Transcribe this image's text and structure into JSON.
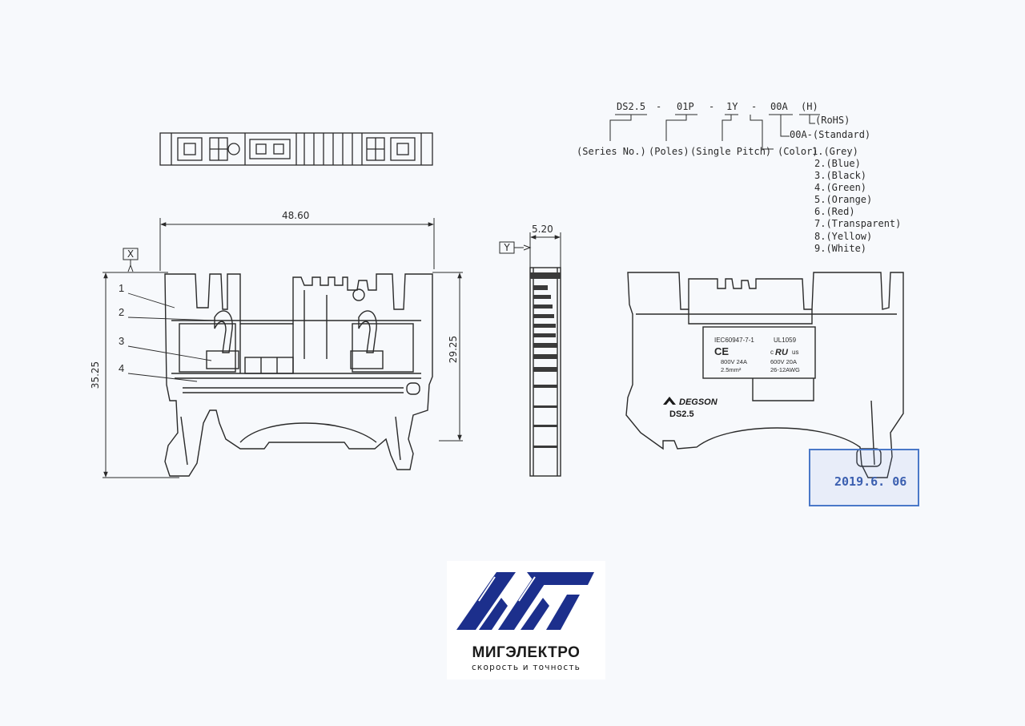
{
  "part_code": {
    "series": "DS2.5",
    "poles": "01P",
    "pitch": "1Y",
    "color_code": "00A",
    "rohs_flag": "(H)",
    "separator": "-",
    "rohs_label": "(RoHS)",
    "standard_label": "00A-(Standard)",
    "series_label": "(Series No.)",
    "poles_label": "(Poles)",
    "pitch_label": "(Single Pitch)",
    "color_label": "(Color)",
    "colors": [
      "1.(Grey)",
      "2.(Blue)",
      "3.(Black)",
      "4.(Green)",
      "5.(Orange)",
      "6.(Red)",
      "7.(Transparent)",
      "8.(Yellow)",
      "9.(White)"
    ]
  },
  "dimensions": {
    "width": "48.60",
    "depth": "5.20",
    "total_height": "35.25",
    "inner_height": "29.25"
  },
  "datum_labels": {
    "x": "X",
    "y": "Y"
  },
  "callouts": [
    "1",
    "2",
    "3",
    "4"
  ],
  "product_label": {
    "standard": "IEC60947-7-1",
    "ul": "UL1059",
    "ce_mark": "CE",
    "ru_c": "c",
    "ru_mark": "RU",
    "ru_us": "us",
    "rating_iec_1": "800V 24A",
    "rating_iec_2": "2.5mm²",
    "rating_ul_1": "600V 20A",
    "rating_ul_2": "26-12AWG"
  },
  "brand": {
    "maker": "DEGSON",
    "model": "DS2.5"
  },
  "stamp": {
    "date": "2019.6. 06"
  },
  "logo": {
    "name": "МИГЭЛЕКТРО",
    "tagline": "скорость и точность",
    "color": "#1c2f8c"
  },
  "colors": {
    "line": "#2a2a2a",
    "paper": "#f7f9fc",
    "stamp": "#4a78c8"
  }
}
